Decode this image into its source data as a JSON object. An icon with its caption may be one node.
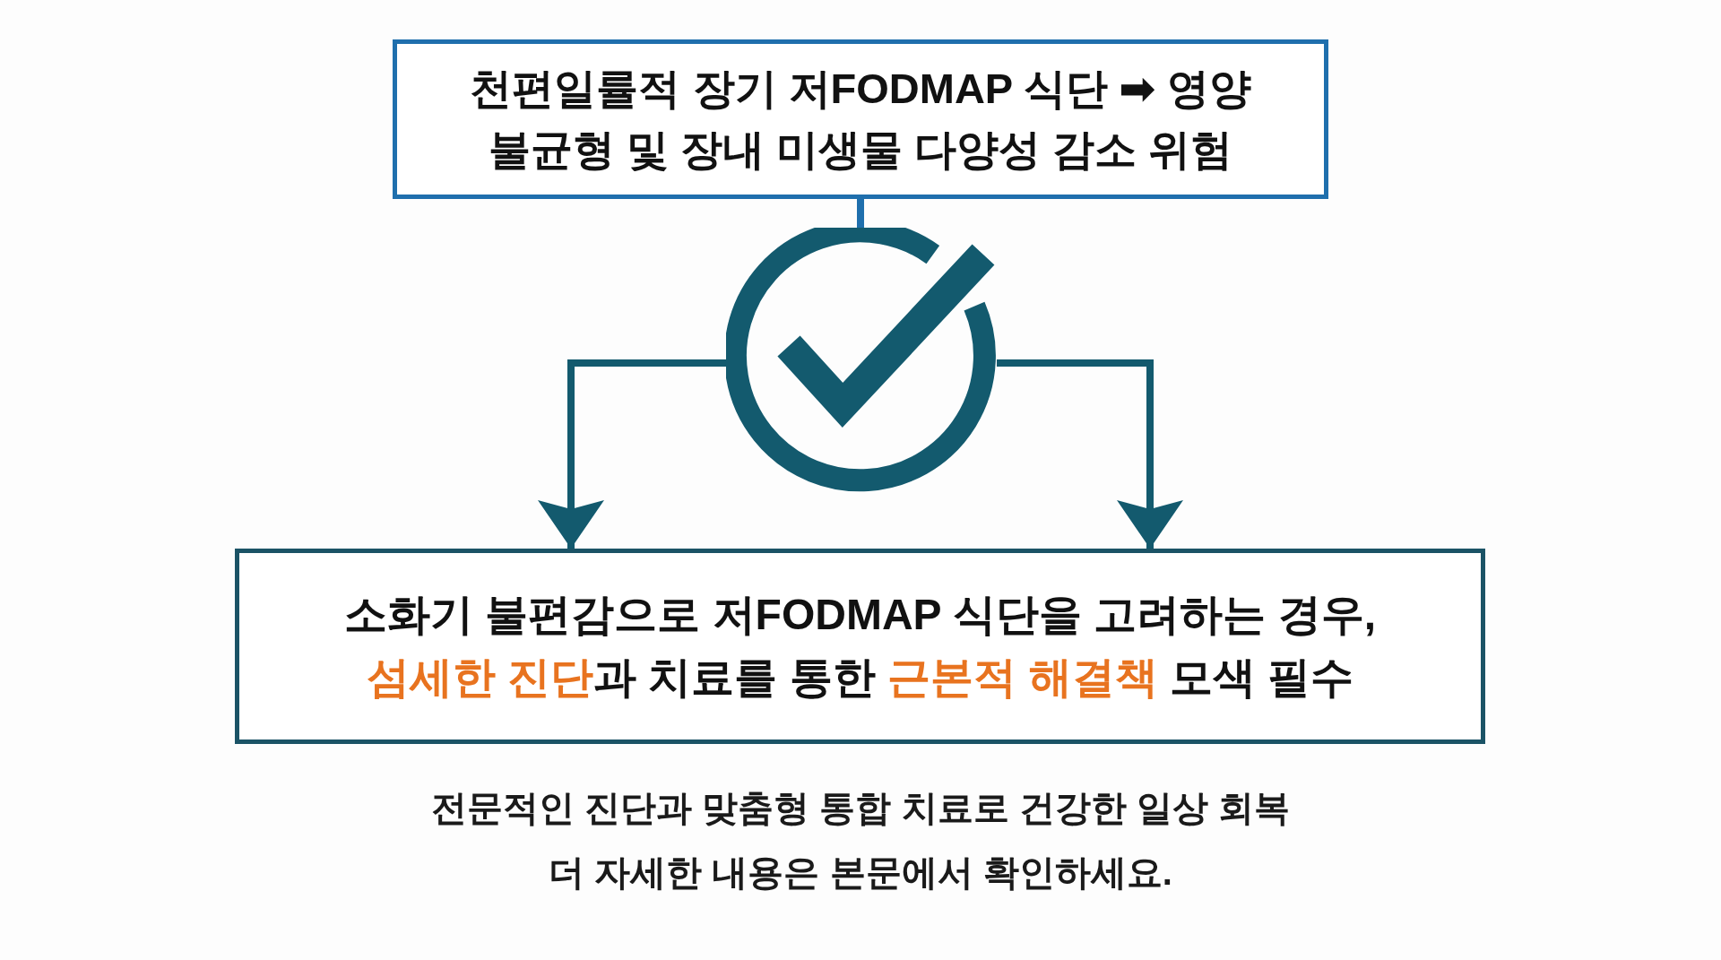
{
  "diagram": {
    "nodes": [
      {
        "text": [
          "천편일률적 장기 저FODMAP 식단 ➡ 영양 불균형 및 장내 미생물 다양성 감소 위험"
        ]
      },
      {
        "text": [],
        "shape": "circle"
      },
      {
        "text": [
          "소화기 불편감으로 저FODMAP 식단을 고려하는 경우, **섬세한 진단**과 치료를 통한 **근본적 해결책** 모색 필수"
        ]
      }
    ],
    "edges": [
      {
        "from": 0,
        "to": 1,
        "arrow": "none",
        "color": "#1f6fad"
      },
      {
        "from": 1,
        "to": 2,
        "arrow": "to"
      },
      {
        "from": 1,
        "to": 2,
        "arrow": "to"
      }
    ],
    "labels": [
      "전문적인 진단과 맞춤형 통합 치료로 건강한 일상 회복",
      "더 자세한 내용은 본문에서 확인하세요."
    ]
  }
}
